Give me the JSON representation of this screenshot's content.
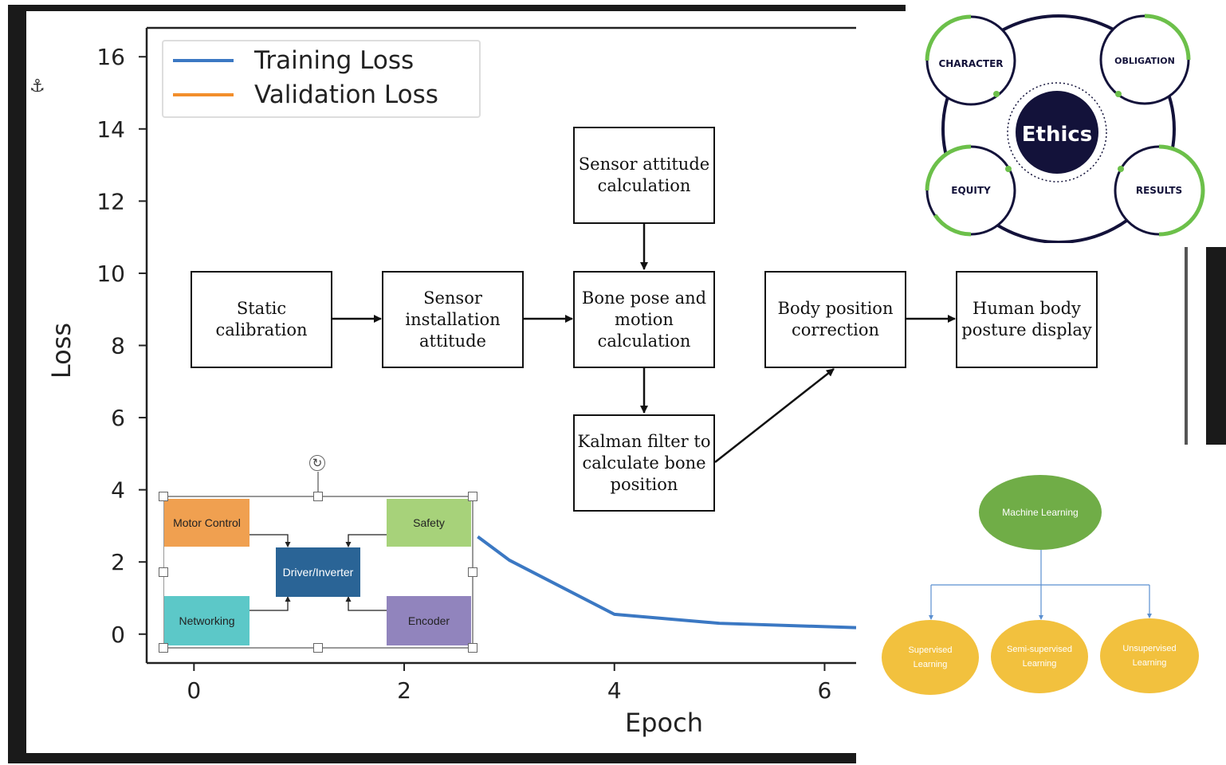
{
  "chart_data": {
    "type": "line",
    "xlabel": "Epoch",
    "ylabel": "Loss",
    "xlim": [
      -0.45,
      6.3
    ],
    "ylim": [
      -0.8,
      16.8
    ],
    "x_ticks": [
      "0",
      "2",
      "4",
      "6"
    ],
    "y_ticks": [
      "0",
      "2",
      "4",
      "6",
      "8",
      "10",
      "12",
      "14",
      "16"
    ],
    "grid": false,
    "legend_position": "top-left",
    "series": [
      {
        "name": "Training Loss",
        "color": "#3b78c3",
        "x": [
          2.7,
          3,
          4,
          5,
          6.3
        ],
        "y": [
          2.7,
          2.05,
          0.55,
          0.3,
          0.18
        ]
      },
      {
        "name": "Validation Loss",
        "color": "#f28e2b",
        "x": [],
        "y": []
      }
    ]
  },
  "flow": {
    "static_calibration": "Static\ncalibration",
    "sensor_installation": "Sensor\ninstallation\nattitude",
    "sensor_attitude": "Sensor attitude\ncalculation",
    "bone_pose": "Bone pose and\nmotion\ncalculation",
    "kalman": "Kalman filter to\ncalculate bone\nposition",
    "body_correction": "Body position\ncorrection",
    "posture_display": "Human body\nposture display"
  },
  "motor": {
    "motor_control": "Motor Control",
    "safety": "Safety",
    "driver": "Driver/Inverter",
    "networking": "Networking",
    "encoder": "Encoder",
    "colors": {
      "motor_control": "#f0a050",
      "safety": "#a7d27a",
      "driver": "#2a6496",
      "networking": "#5cc8c8",
      "encoder": "#9184bd"
    }
  },
  "ethics": {
    "center": "Ethics",
    "character": "CHARACTER",
    "obligation": "OBLIGATION",
    "equity": "EQUITY",
    "results": "RESULTS",
    "colors": {
      "navy": "#13123a",
      "green": "#6cc04a"
    }
  },
  "ml_tree": {
    "root": "Machine Learning",
    "supervised": "Supervised\nLearning",
    "semi": "Semi-supervised\nLearning",
    "unsupervised": "Unsupervised\nLearning",
    "colors": {
      "root": "#70ad47",
      "leaf": "#f2c13e",
      "line": "#5b8fd0"
    }
  },
  "icons": {
    "anchor": "⚓",
    "rotate": "↻"
  }
}
